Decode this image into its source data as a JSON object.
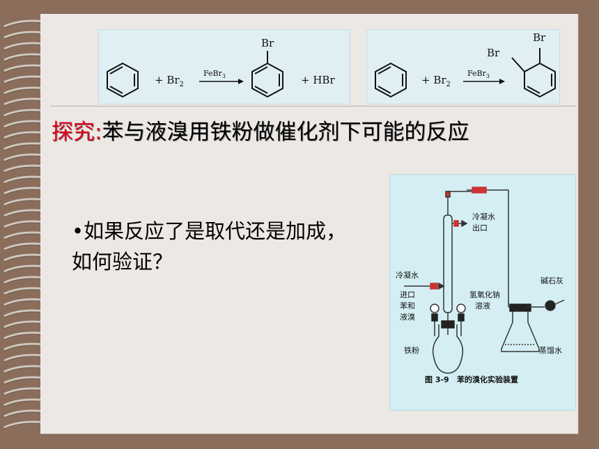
{
  "reaction_left": {
    "reagent": "+ Br",
    "reagent_sub": "2",
    "catalyst": "FeBr",
    "catalyst_sub": "3",
    "product_sub": "Br",
    "byproduct": "+ HBr"
  },
  "reaction_right": {
    "reagent": "+ Br",
    "reagent_sub": "2",
    "catalyst": "FeBr",
    "catalyst_sub": "3",
    "sub1": "Br",
    "sub2": "Br"
  },
  "heading": {
    "highlight": "探究:",
    "text": "苯与液溴用铁粉做催化剂下可能的反应"
  },
  "bullet": {
    "marker": "•",
    "text": "如果反应了是取代还是加成，如何验证？"
  },
  "apparatus": {
    "label_water_out": "冷凝水",
    "label_water_out2": "出口",
    "label_water_in": "冷凝水",
    "label_water_in2": "进口",
    "label_reagents": "苯和",
    "label_reagents2": "液溴",
    "label_iron": "铁粉",
    "label_naoh": "氢氧化钠",
    "label_naoh2": "溶液",
    "label_lime": "碱石灰",
    "label_water": "蒸馏水",
    "caption_num": "图 3-9",
    "caption": "苯的溴化实验装置"
  },
  "colors": {
    "highlight": "#e0001a",
    "paper": "#ece8e4",
    "frame": "#8b6d5c",
    "figure_bg": "#dfeff4"
  }
}
